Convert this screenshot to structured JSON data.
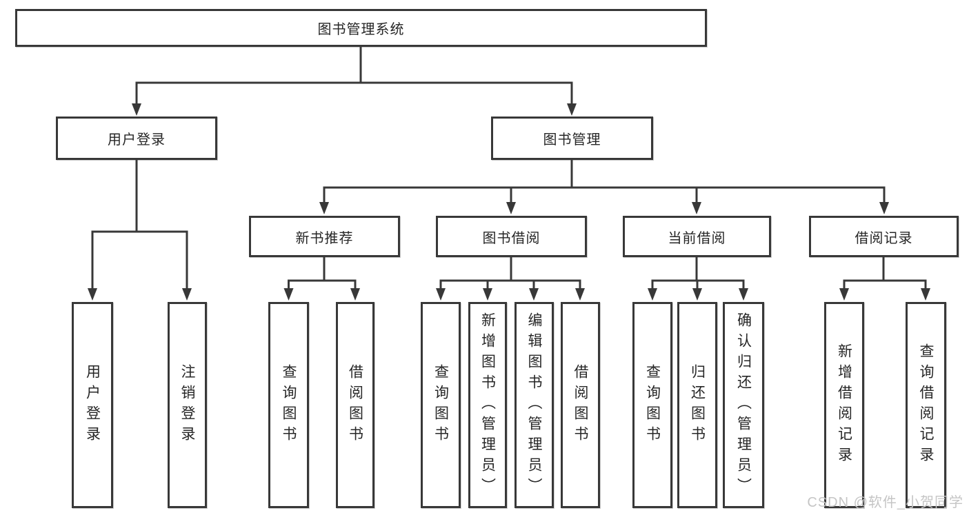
{
  "diagram": {
    "type": "hierarchy-tree",
    "root": {
      "label": "图书管理系统"
    },
    "branches": [
      {
        "label": "用户登录",
        "children": [
          "用户登录",
          "注销登录"
        ]
      },
      {
        "label": "图书管理",
        "groups": [
          {
            "label": "新书推荐",
            "children": [
              "查询图书",
              "借阅图书"
            ]
          },
          {
            "label": "图书借阅",
            "children": [
              "查询图书",
              "新增图书（管理员）",
              "编辑图书（管理员）",
              "借阅图书"
            ]
          },
          {
            "label": "当前借阅",
            "children": [
              "查询图书",
              "归还图书",
              "确认归还（管理员）"
            ]
          },
          {
            "label": "借阅记录",
            "children": [
              "新增借阅记录",
              "查询借阅记录"
            ]
          }
        ]
      }
    ]
  },
  "watermark": {
    "text": "CSDN @软件_小贺同学",
    "color": "#c5c5c5"
  },
  "colors": {
    "background": "#ffffff",
    "line": "#383838",
    "box_border": "#383838",
    "text": "#262626"
  }
}
